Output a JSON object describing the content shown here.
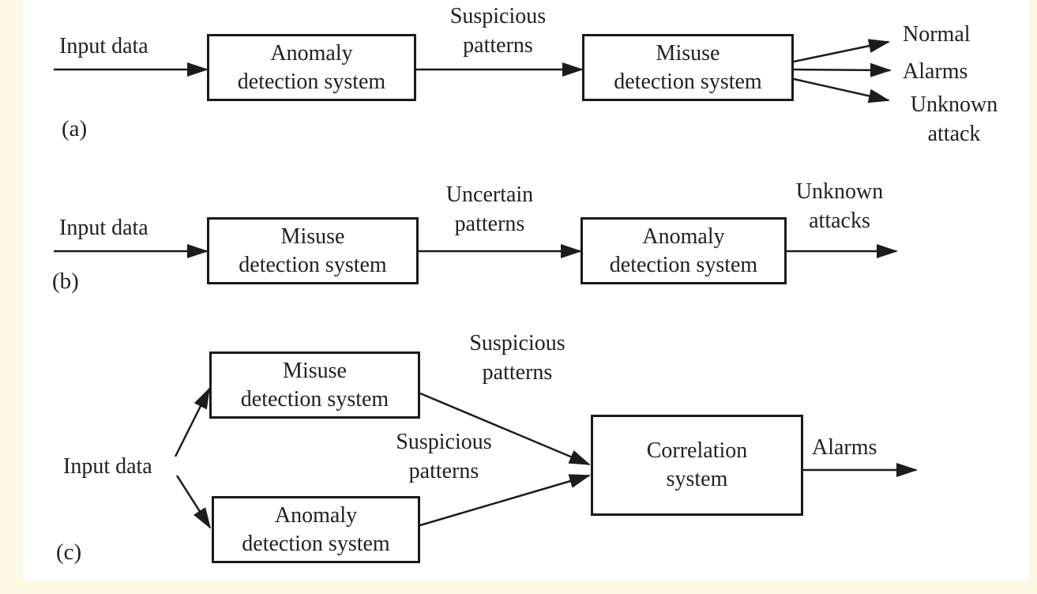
{
  "page": {
    "background_color": "#ffffff",
    "margin_color": "#fdf8e4",
    "line_color": "#1c1c1c",
    "text_color": "#242021"
  },
  "diagrams": {
    "a": {
      "caption": "(a)",
      "input_label": "Input data",
      "box1": "Anomaly\ndetection system",
      "edge_label": "Suspicious\npatterns",
      "box2": "Misuse\ndetection system",
      "outputs": [
        "Normal",
        "Alarms",
        "Unknown\nattack"
      ]
    },
    "b": {
      "caption": "(b)",
      "input_label": "Input data",
      "box1": "Misuse\ndetection system",
      "edge_label": "Uncertain\npatterns",
      "box2": "Anomaly\ndetection system",
      "output_label": "Unknown\nattacks"
    },
    "c": {
      "caption": "(c)",
      "input_label": "Input data",
      "box_top": "Misuse\ndetection system",
      "box_bottom": "Anomaly\ndetection system",
      "box_right": "Correlation\nsystem",
      "edge_label_top": "Suspicious\npatterns",
      "edge_label_middle": "Suspicious\npatterns",
      "output_label": "Alarms"
    }
  }
}
